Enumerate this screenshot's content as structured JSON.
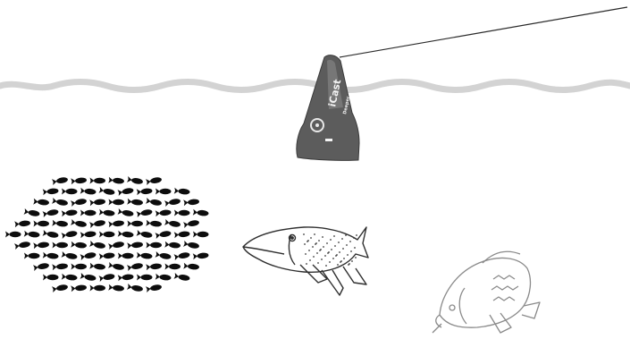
{
  "scene": {
    "background": "#ffffff",
    "water_color": "#d3d3d3",
    "sonar_color": "#5a5a5a",
    "fish_color": "#0d0d0d",
    "outline_color": "#3a3a3a"
  },
  "sonar_device": {
    "brand_text": "iCast",
    "model_text": "Deeper"
  },
  "icons": {
    "line": "fishing-line",
    "surface": "water-surface-wave",
    "device": "castable-sonar-device",
    "school": "fish-school",
    "pike": "pike-fish",
    "carp": "carp-fish"
  }
}
